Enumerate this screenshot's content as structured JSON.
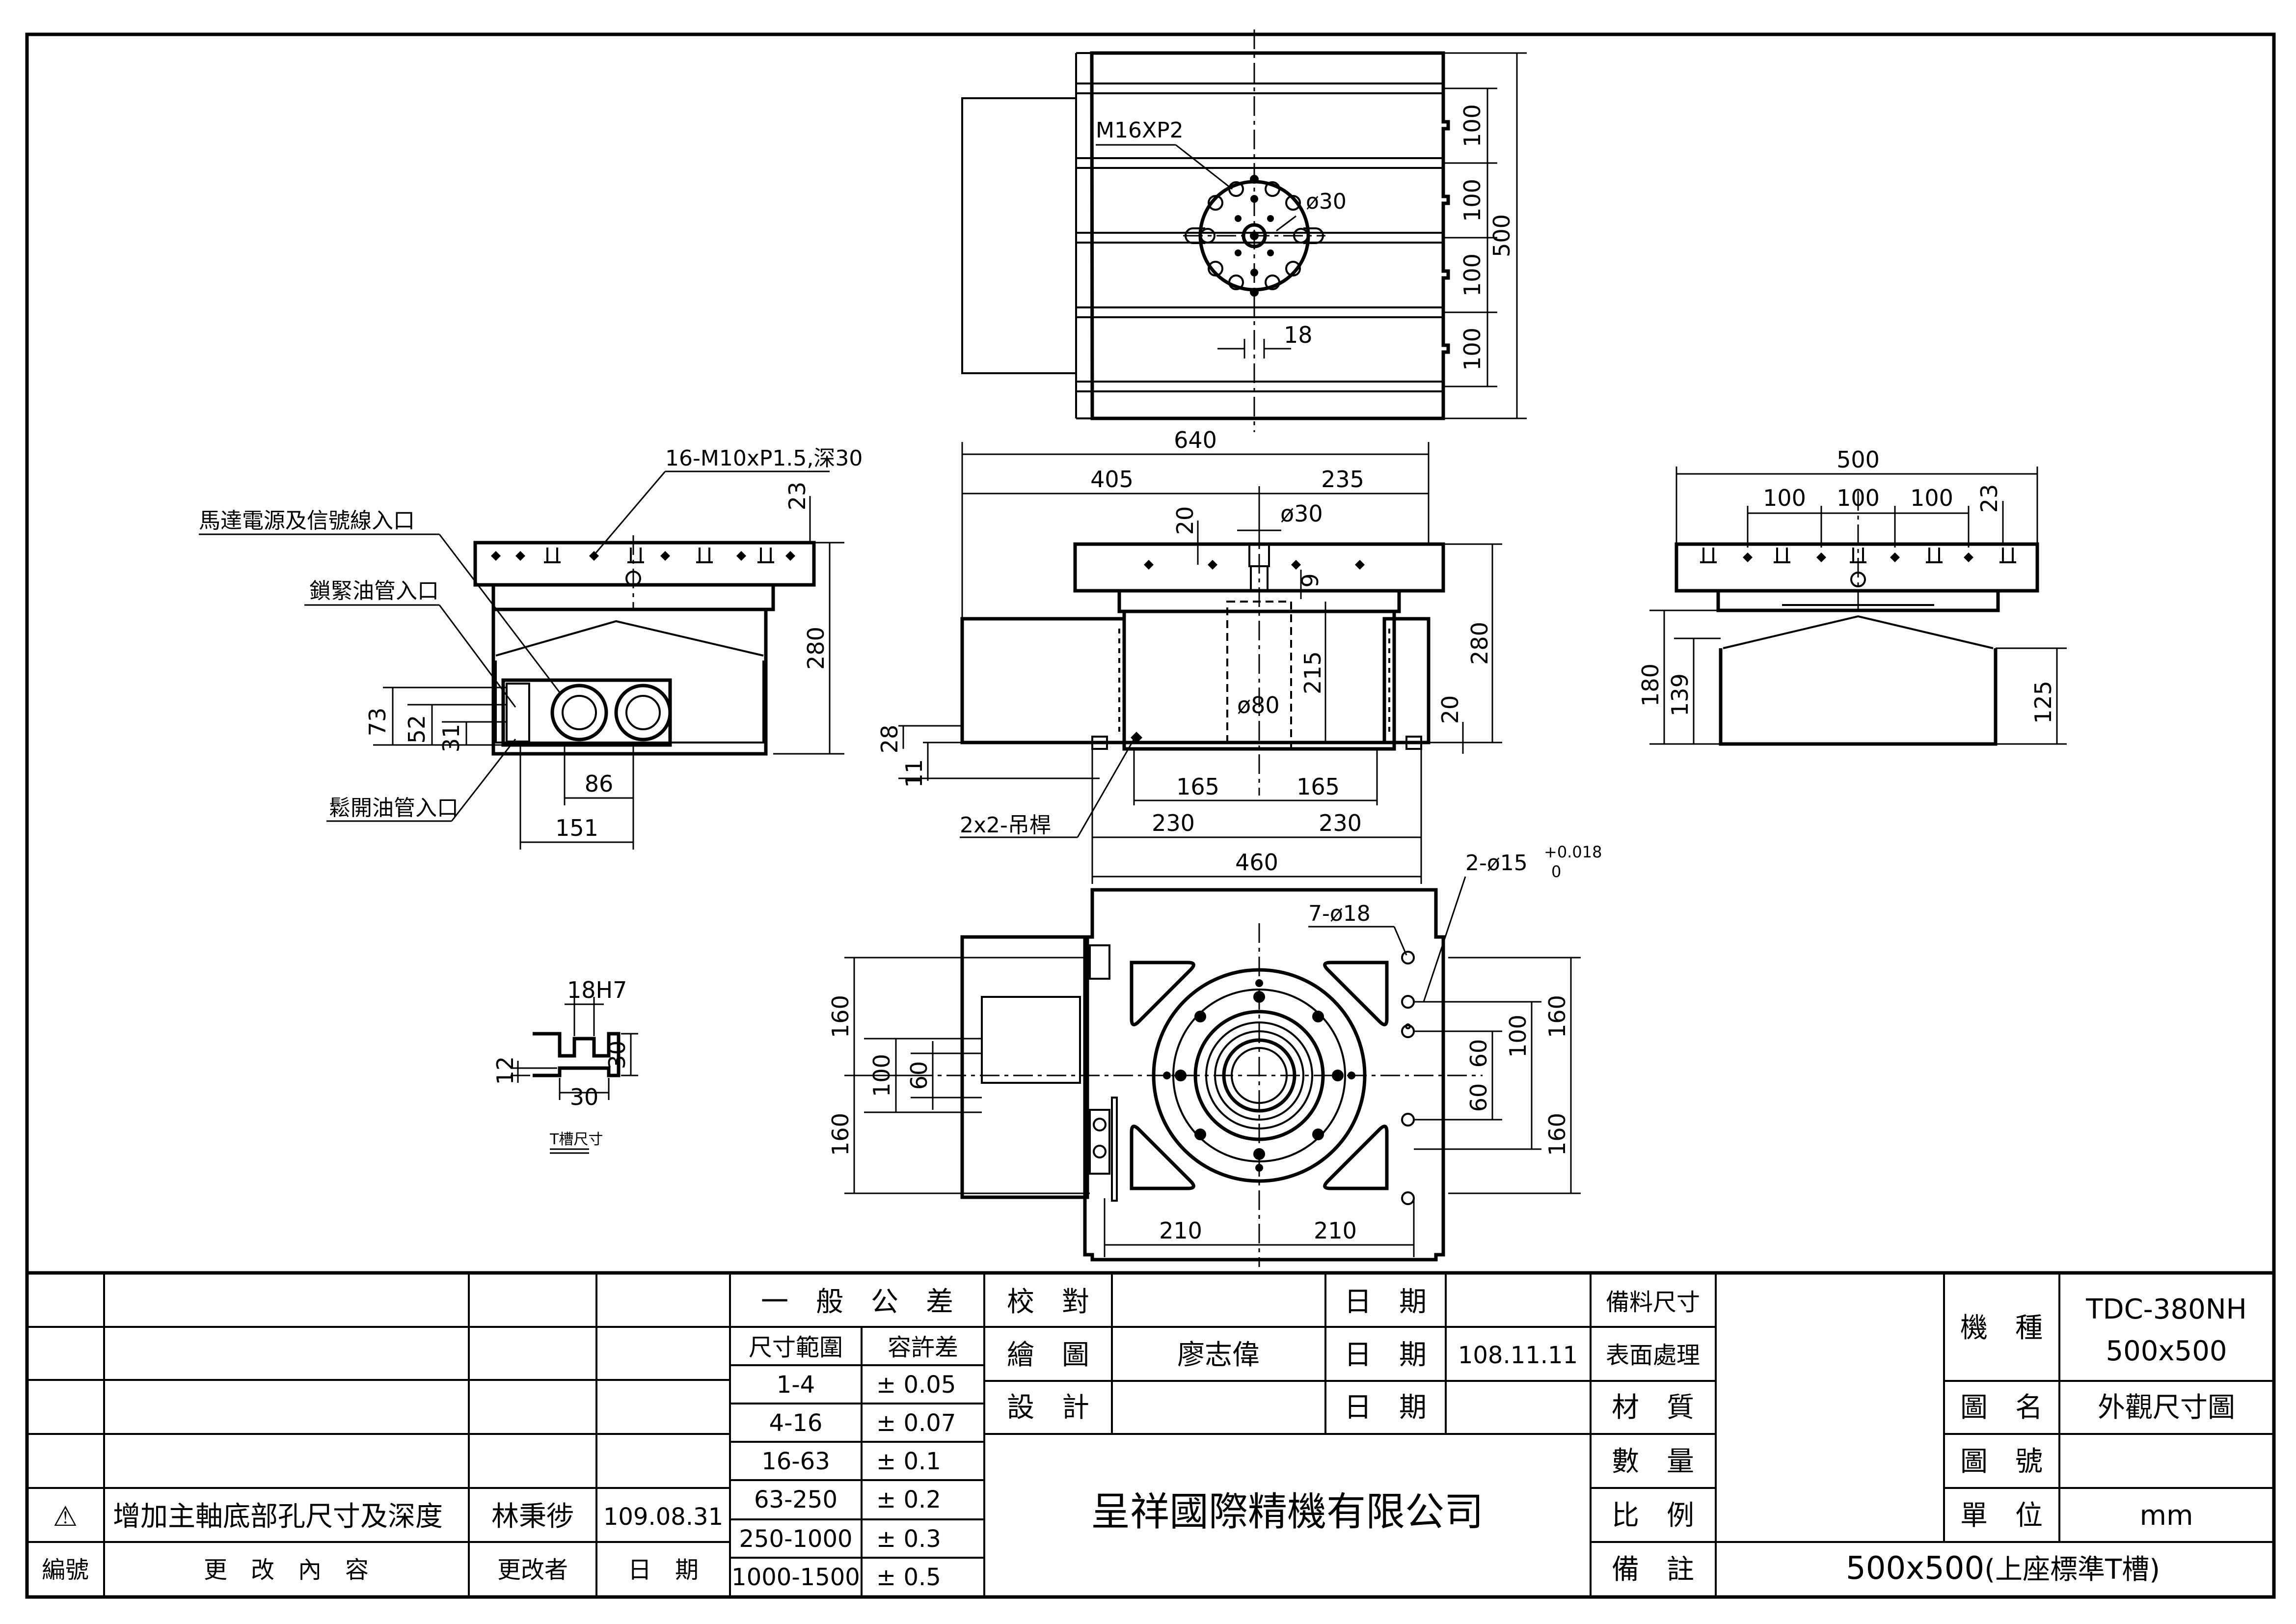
{
  "views": {
    "top": {
      "callout_thread": "M16XP2",
      "callout_dia": "ø30",
      "dims": {
        "pitch1": "100",
        "pitch2": "100",
        "pitch3": "100",
        "pitch4": "100",
        "overall": "500",
        "slot": "18"
      }
    },
    "left": {
      "callout_holes": "16-M10xP1.5,深30",
      "label_motor": "馬達電源及信號線入口",
      "label_clamp": "鎖緊油管入口",
      "label_release": "鬆開油管入口",
      "dims": {
        "d23": "23",
        "d280": "280",
        "d73": "73",
        "d52": "52",
        "d31": "31",
        "d86": "86",
        "d151": "151"
      }
    },
    "front": {
      "dims": {
        "d640": "640",
        "d405": "405",
        "d235": "235",
        "d20a": "20",
        "d30": "ø30",
        "d9": "9",
        "d215": "215",
        "d280": "280",
        "d80": "ø80",
        "d20b": "20",
        "d28": "28",
        "d11": "11",
        "d165a": "165",
        "d165b": "165",
        "d230a": "230",
        "d230b": "230",
        "d460": "460"
      },
      "callout_lift": "2x2-吊桿"
    },
    "right": {
      "dims": {
        "d500": "500",
        "d100a": "100",
        "d100b": "100",
        "d100c": "100",
        "d23": "23",
        "d180": "180",
        "d139": "139",
        "d125": "125"
      }
    },
    "bottom": {
      "callout_pin": "2-ø15",
      "tol_upper": "+0.018",
      "tol_lower": "0",
      "callout_holes": "7-ø18",
      "dims": {
        "l160a": "160",
        "l160b": "160",
        "l100": "100",
        "l60": "60",
        "r160a": "160",
        "r100": "100",
        "r60a": "60",
        "r60b": "60",
        "r160b": "160",
        "b210a": "210",
        "b210b": "210"
      }
    },
    "tslot": {
      "dims": {
        "w": "18H7",
        "h12": "12",
        "w30": "30",
        "h30": "30"
      },
      "caption": "T槽尺寸"
    }
  },
  "title_block": {
    "revision": {
      "row_entry": {
        "symbol": "⚠",
        "content": "增加主軸底部孔尺寸及深度",
        "author": "林秉徏",
        "date": "109.08.31"
      },
      "header": {
        "no": "編號",
        "content": "更　改　內　容",
        "author": "更改者",
        "date": "日　期"
      }
    },
    "tolerance": {
      "title": "一　般　公　差",
      "col_range": "尺寸範圍",
      "col_tol": "容許差",
      "rows": [
        {
          "range": "1-4",
          "tol": "± 0.05"
        },
        {
          "range": "4-16",
          "tol": "± 0.07"
        },
        {
          "range": "16-63",
          "tol": "± 0.1"
        },
        {
          "range": "63-250",
          "tol": "± 0.2"
        },
        {
          "range": "250-1000",
          "tol": "± 0.3"
        },
        {
          "range": "1000-1500",
          "tol": "± 0.5"
        }
      ]
    },
    "approvals": {
      "check": "校　對",
      "draw": "繪　圖",
      "design": "設　計",
      "drawer": "廖志偉",
      "date_label_1": "日　期",
      "date_label_2": "日　期",
      "date_label_3": "日　期",
      "draw_date": "108.11.11"
    },
    "company": "呈祥國際精機有限公司",
    "materials": {
      "stock": "備料尺寸",
      "surface": "表面處理",
      "material": "材　質",
      "quantity": "數　量",
      "scale": "比　例",
      "remarks": "備　註"
    },
    "model": {
      "label_type": "機　種",
      "type_line1": "TDC-380NH",
      "type_line2": "500x500",
      "label_name": "圖　名",
      "name": "外觀尺寸圖",
      "label_number": "圖　號",
      "label_unit": "單　位",
      "unit": "mm"
    },
    "remark_value": "500x500",
    "remark_note": "(上座標準T槽)"
  }
}
